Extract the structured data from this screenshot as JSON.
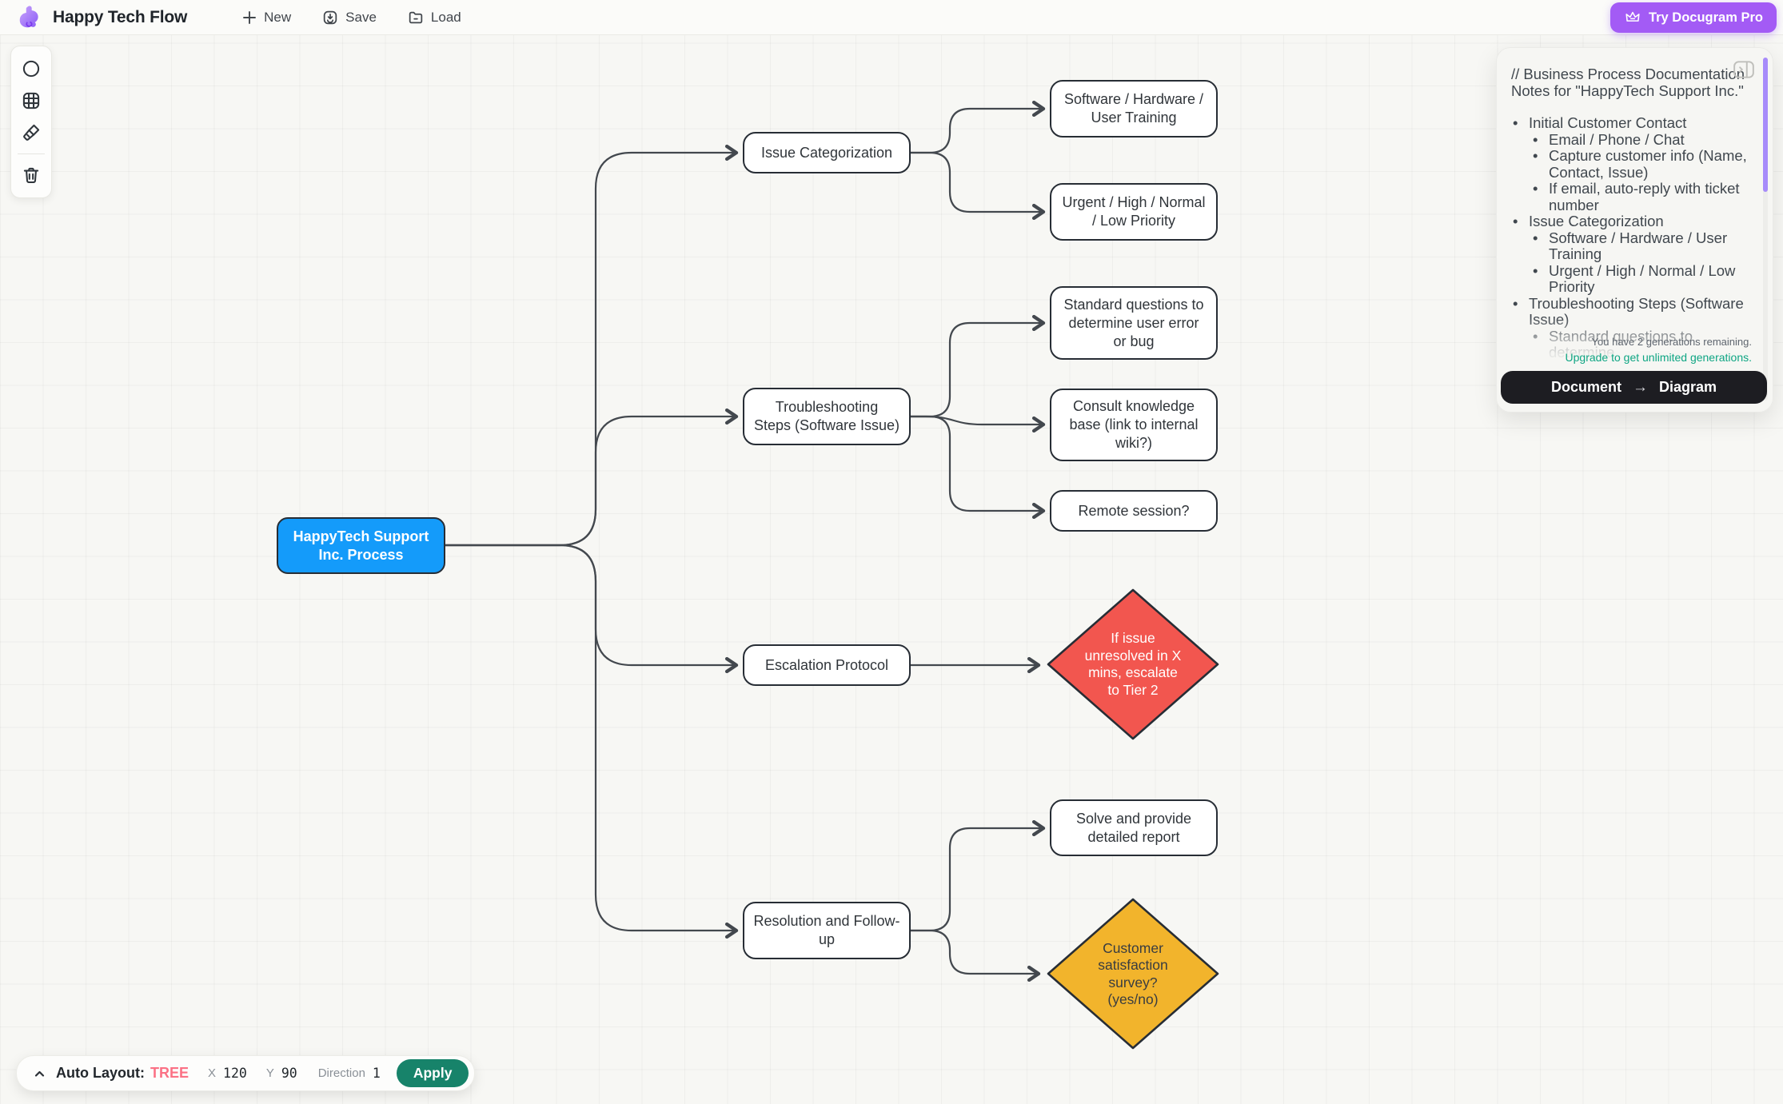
{
  "header": {
    "app_title": "Happy Tech Flow",
    "menu": {
      "new": "New",
      "save": "Save",
      "load": "Load"
    },
    "pro_button": "Try Docugram Pro"
  },
  "notes_panel": {
    "heading": "// Business Process Documentation Notes for \"HappyTech Support Inc.\"",
    "items": [
      {
        "level": 1,
        "text": "Initial Customer Contact"
      },
      {
        "level": 2,
        "text": "Email / Phone / Chat"
      },
      {
        "level": 2,
        "text": "Capture customer info (Name, Contact, Issue)"
      },
      {
        "level": 2,
        "text": "If email, auto-reply with ticket number"
      },
      {
        "level": 1,
        "text": "Issue Categorization"
      },
      {
        "level": 2,
        "text": "Software / Hardware / User Training"
      },
      {
        "level": 2,
        "text": "Urgent / High / Normal / Low Priority"
      },
      {
        "level": 1,
        "text": "Troubleshooting Steps (Software Issue)"
      },
      {
        "level": 2,
        "text": "Standard questions to determine"
      }
    ],
    "generations_note": "You have 2 generations remaining.",
    "upgrade_link": "Upgrade to get unlimited generations.",
    "convert_button": {
      "from": "Document",
      "arrow": "→",
      "to": "Diagram"
    }
  },
  "diagram": {
    "nodes": {
      "root": {
        "label": "HappyTech Support\nInc. Process",
        "shape": "rect",
        "variant": "root"
      },
      "issue": {
        "label": "Issue Categorization",
        "shape": "rect"
      },
      "software": {
        "label": "Software / Hardware /\nUser Training",
        "shape": "rect"
      },
      "priority": {
        "label": "Urgent / High / Normal\n/ Low Priority",
        "shape": "rect"
      },
      "troubleshoot": {
        "label": "Troubleshooting\nSteps (Software Issue)",
        "shape": "rect"
      },
      "standard": {
        "label": "Standard questions to\ndetermine user error\nor bug",
        "shape": "rect"
      },
      "consult": {
        "label": "Consult knowledge\nbase (link to internal\nwiki?)",
        "shape": "rect"
      },
      "remote": {
        "label": "Remote session?",
        "shape": "rect"
      },
      "escalation": {
        "label": "Escalation Protocol",
        "shape": "rect"
      },
      "tier2": {
        "label": "If issue\nunresolved in X\nmins, escalate\nto Tier 2",
        "shape": "diamond",
        "variant": "danger"
      },
      "resolution": {
        "label": "Resolution and Follow-\nup",
        "shape": "rect"
      },
      "solve": {
        "label": "Solve and provide\ndetailed report",
        "shape": "rect"
      },
      "survey": {
        "label": "Customer\nsatisfaction\nsurvey?\n(yes/no)",
        "shape": "diamond",
        "variant": "warning"
      }
    },
    "edges": [
      [
        "root",
        "issue"
      ],
      [
        "root",
        "troubleshoot"
      ],
      [
        "root",
        "escalation"
      ],
      [
        "root",
        "resolution"
      ],
      [
        "issue",
        "software"
      ],
      [
        "issue",
        "priority"
      ],
      [
        "troubleshoot",
        "standard"
      ],
      [
        "troubleshoot",
        "consult"
      ],
      [
        "troubleshoot",
        "remote"
      ],
      [
        "escalation",
        "tier2"
      ],
      [
        "resolution",
        "solve"
      ],
      [
        "resolution",
        "survey"
      ]
    ]
  },
  "layout_bar": {
    "label": "Auto Layout:",
    "mode": "TREE",
    "x_label": "X",
    "x_value": "120",
    "y_label": "Y",
    "y_value": "90",
    "direction_label": "Direction",
    "direction_value": "1",
    "apply_label": "Apply"
  },
  "colors": {
    "root_node": "#149BFA",
    "danger_node": "#F2564F",
    "warning_node": "#F2B42C",
    "accent_purple": "#A35BF5",
    "apply_green": "#17836A",
    "tree_pink": "#FB7185",
    "upgrade_teal": "#0EA583"
  }
}
